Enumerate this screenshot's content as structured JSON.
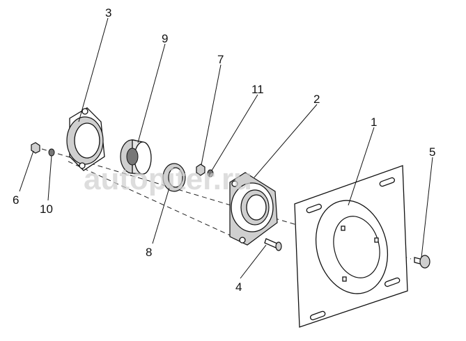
{
  "watermark": "autopiter.ru",
  "callouts": [
    {
      "id": "1",
      "text": "1"
    },
    {
      "id": "2",
      "text": "2"
    },
    {
      "id": "3",
      "text": "3"
    },
    {
      "id": "4",
      "text": "4"
    },
    {
      "id": "5",
      "text": "5"
    },
    {
      "id": "6",
      "text": "6"
    },
    {
      "id": "7",
      "text": "7"
    },
    {
      "id": "8",
      "text": "8"
    },
    {
      "id": "9",
      "text": "9"
    },
    {
      "id": "10",
      "text": "10"
    },
    {
      "id": "11",
      "text": "11"
    }
  ]
}
